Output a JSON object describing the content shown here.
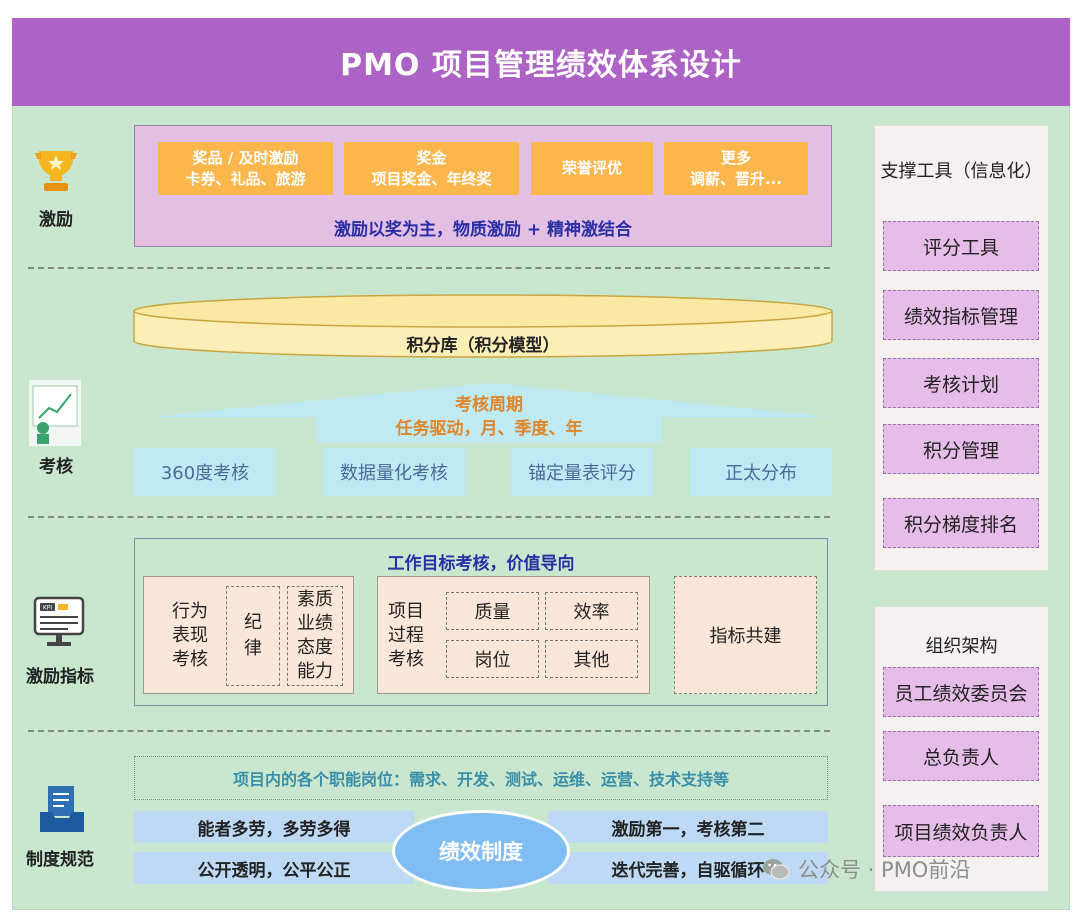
{
  "title": "PMO 项目管理绩效体系设计",
  "rows": {
    "incentive": "激励",
    "assessment": "考核",
    "indicators": "激励指标",
    "system": "制度规范"
  },
  "incentive": {
    "boxes": [
      {
        "title": "奖品 / 及时激励",
        "sub": "卡券、礼品、旅游"
      },
      {
        "title": "奖金",
        "sub": "项目奖金、年终奖"
      },
      {
        "title": "荣誉评优",
        "sub": ""
      },
      {
        "title": "更多",
        "sub": "调薪、晋升..."
      }
    ],
    "summary": "激励以奖为主，物质激励 + 精神激结合"
  },
  "assessment": {
    "points_db": "积分库（积分模型）",
    "cycle_title": "考核周期",
    "cycle_detail": "任务驱动，月、季度、年",
    "methods": [
      "360度考核",
      "数据量化考核",
      "锚定量表评分",
      "正太分布"
    ]
  },
  "indicators": {
    "header": "工作目标考核，价值导向",
    "behavior": {
      "label": "行为\n表现\n考核",
      "discipline": "纪\n律",
      "qualities": "素质\n业绩\n态度\n能力"
    },
    "process": {
      "label": "项目\n过程\n考核",
      "items": [
        "质量",
        "效率",
        "岗位",
        "其他"
      ]
    },
    "co_build": "指标共建"
  },
  "system": {
    "roles": "项目内的各个职能岗位：需求、开发、测试、运维、运营、技术支持等",
    "left_top": "能者多劳，多劳多得",
    "left_bottom": "公开透明，公平公正",
    "center": "绩效制度",
    "right_top": "激励第一，考核第二",
    "right_bottom": "迭代完善，自驱循环"
  },
  "support_tools": {
    "title": "支撑工具（信息化）",
    "items": [
      "评分工具",
      "绩效指标管理",
      "考核计划",
      "积分管理",
      "积分梯度排名"
    ]
  },
  "org": {
    "title": "组织架构",
    "items": [
      "员工绩效委员会",
      "总负责人",
      "项目绩效负责人"
    ]
  },
  "watermark": "公众号 · PMO前沿",
  "colors": {
    "header": "#ad63c5",
    "background": "#c9e7cf",
    "orange": "#fbb64c",
    "purple_light": "#e2bfe3",
    "cyan": "#bfeaf3",
    "navy_text": "#2a2fa5",
    "orange_text": "#e0862a"
  }
}
